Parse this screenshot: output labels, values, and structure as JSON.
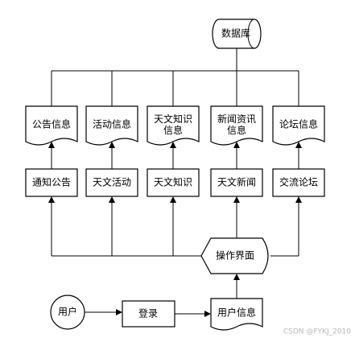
{
  "database": "数据库",
  "info_docs": [
    "公告信息",
    "活动信息",
    "天文知识信息",
    "新闻资讯信息",
    "论坛信息"
  ],
  "modules": [
    "通知公告",
    "天文活动",
    "天文知识",
    "天文新闻",
    "交流论坛"
  ],
  "interface": "操作界面",
  "user": "用户",
  "login": "登录",
  "user_info": "用户信息",
  "watermark": "CSDN @FYKJ_2010"
}
